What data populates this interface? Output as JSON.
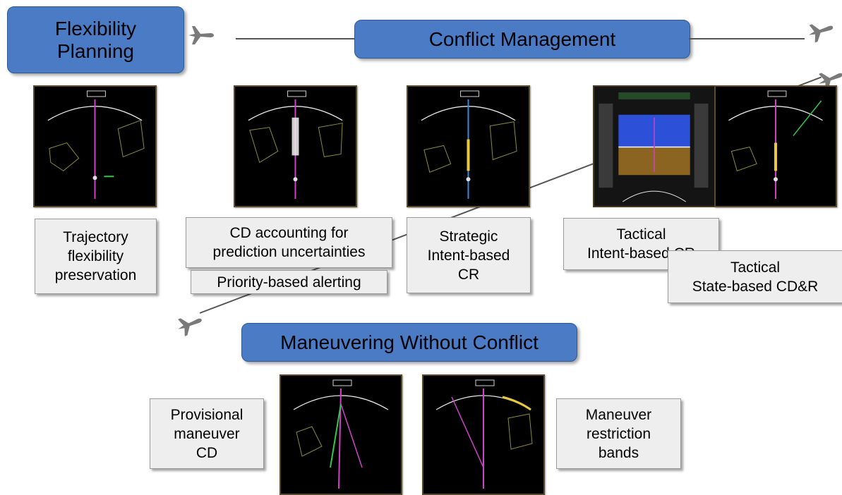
{
  "phases": {
    "flexibility_planning": "Flexibility\nPlanning",
    "conflict_management": "Conflict Management",
    "maneuvering_without_conflict": "Maneuvering Without Conflict"
  },
  "captions": {
    "trajectory": "Trajectory\nflexibility\npreservation",
    "cd_uncertainty": "CD accounting for\nprediction uncertainties",
    "priority_alerting": "Priority-based alerting",
    "strategic": "Strategic\nIntent-based\nCR",
    "tactical_intent": "Tactical\nIntent-based CR",
    "tactical_state": "Tactical\nState-based CD&R",
    "provisional": "Provisional\nmaneuver\nCD",
    "restriction": "Maneuver\nrestriction\nbands"
  },
  "colors": {
    "phase_fill": "#4a7bc4",
    "caption_fill": "#eeeeee",
    "display_bg": "#000000",
    "sky": "#2d50d8",
    "ground": "#8a6420",
    "route_magenta": "#d040c8",
    "terrain_olive": "#8c8a3a"
  },
  "icons": [
    "airplane-icon",
    "navigation-display-icon",
    "primary-flight-display-icon"
  ]
}
